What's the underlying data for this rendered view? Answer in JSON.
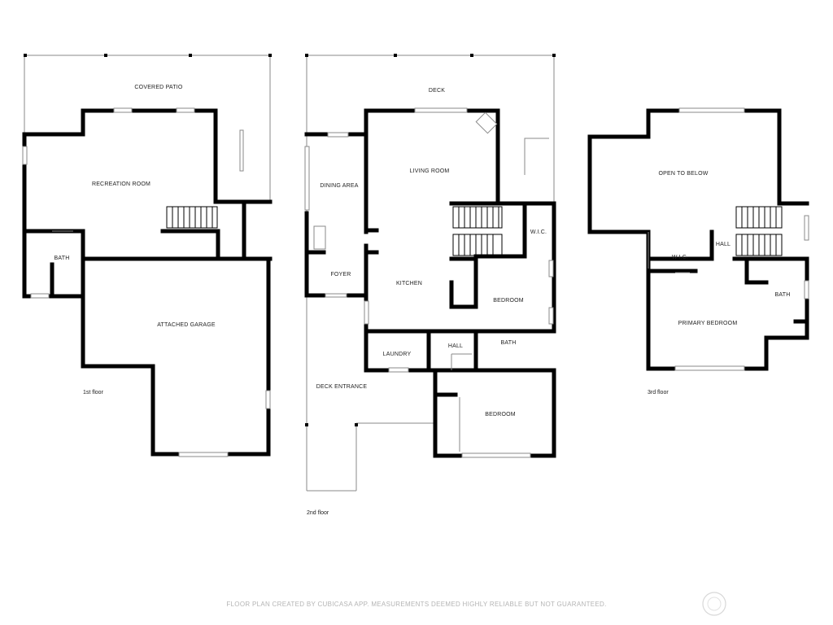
{
  "floor1": {
    "name": "1st floor",
    "rooms": {
      "covered_patio": "COVERED PATIO",
      "recreation_room": "RECREATION ROOM",
      "bath": "BATH",
      "attached_garage": "ATTACHED GARAGE"
    }
  },
  "floor2": {
    "name": "2nd floor",
    "rooms": {
      "deck": "DECK",
      "dining_area": "DINING AREA",
      "living_room": "LIVING ROOM",
      "wic": "W.I.C.",
      "foyer": "FOYER",
      "kitchen": "KITCHEN",
      "bedroom_a": "BEDROOM",
      "laundry": "LAUNDRY",
      "hall": "HALL",
      "bath": "BATH",
      "deck_entrance": "DECK ENTRANCE",
      "bedroom_b": "BEDROOM"
    }
  },
  "floor3": {
    "name": "3rd floor",
    "rooms": {
      "open_to_below": "OPEN TO BELOW",
      "wic": "W.I.C.",
      "hall": "HALL",
      "bath": "BATH",
      "primary_bedroom": "PRIMARY BEDROOM"
    }
  },
  "footer": "FLOOR PLAN CREATED BY CUBICASA APP. MEASUREMENTS DEEMED HIGHLY RELIABLE BUT NOT GUARANTEED."
}
